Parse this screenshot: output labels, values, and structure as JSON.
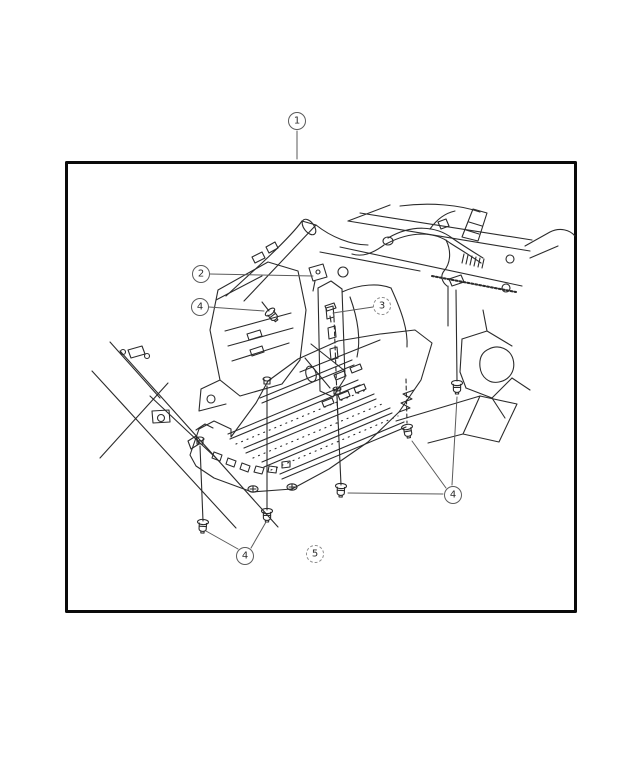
{
  "figure": {
    "background_color": "#ffffff",
    "line_color": "#2b2b2b",
    "frame_border_color": "#0a0a0a",
    "leader_line_color": "#5a5a5a"
  },
  "callouts": {
    "c1": {
      "label": "1"
    },
    "c2": {
      "label": "2"
    },
    "c3": {
      "label": "3"
    },
    "c4a": {
      "label": "4"
    },
    "c4b": {
      "label": "4"
    },
    "c4c": {
      "label": "4"
    },
    "c5": {
      "label": "5"
    }
  }
}
